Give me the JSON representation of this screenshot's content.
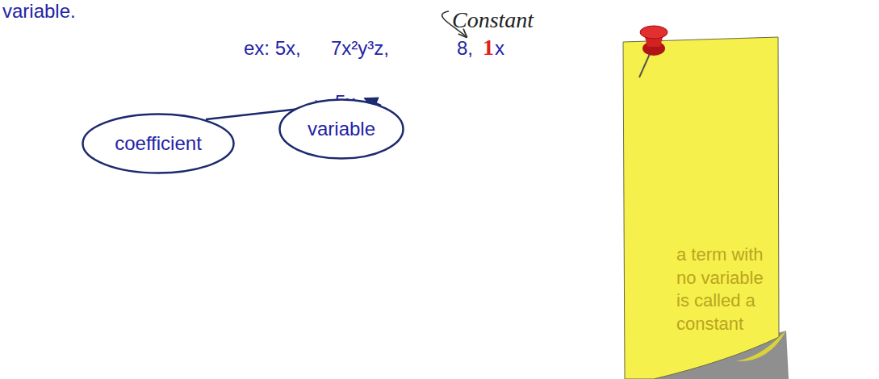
{
  "diagram": {
    "nodes": [
      {
        "text": [
          "coefficient"
        ]
      },
      {
        "text": [
          "variable"
        ]
      },
      {
        "text": [
          "a term with no variable is called a constant"
        ]
      }
    ],
    "labels": [
      "variable.",
      "Constant",
      "ex: 5x,",
      "7x²y³z,",
      "8,",
      "1",
      "x",
      "5x"
    ]
  }
}
